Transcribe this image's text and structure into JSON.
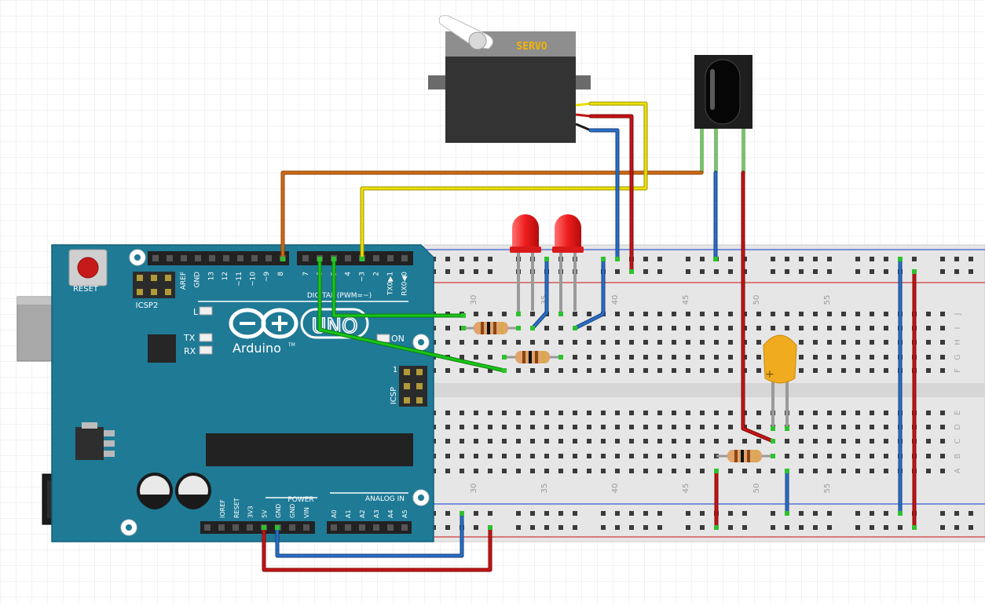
{
  "servo": {
    "label": "SERVO"
  },
  "arduino": {
    "reset_label": "RESET",
    "icsp2_label": "ICSP2",
    "icsp_label": "ICSP",
    "icsp_pin1": "1",
    "led_l": "L",
    "led_tx": "TX",
    "led_rx": "RX",
    "on_label": "ON",
    "uno_label": "UNO",
    "brand": "Arduino",
    "tm": "TM",
    "digital_label": "DIGITAL (PWM=~)",
    "power_label": "POWER",
    "analog_label": "ANALOG IN",
    "top_pins_left": [
      "AREF",
      "GND",
      "13",
      "12",
      "~11",
      "~10",
      "~9",
      "8"
    ],
    "top_pins_right": [
      "7",
      "~6",
      "~5",
      "4",
      "~3",
      "2",
      "TX0▶1",
      "RX0◀0"
    ],
    "power_pins": [
      "IOREF",
      "RESET",
      "3V3",
      "5V",
      "GND",
      "GND",
      "VIN"
    ],
    "analog_pins": [
      "A0",
      "A1",
      "A2",
      "A3",
      "A4",
      "A5"
    ]
  },
  "breadboard": {
    "col_numbers": [
      "30",
      "35",
      "40",
      "45",
      "50",
      "55"
    ],
    "row_letters_top": [
      "J",
      "I",
      "H",
      "G",
      "F"
    ],
    "row_letters_bottom": [
      "E",
      "D",
      "C",
      "B",
      "A"
    ]
  },
  "capacitor": {
    "polarity": "+"
  },
  "colors": {
    "board": "#1f7a96",
    "wire_orange": "#d06a14",
    "wire_yellow": "#ece000",
    "wire_red": "#c41414",
    "wire_blue": "#2a6fc8",
    "wire_green": "#19c419"
  }
}
